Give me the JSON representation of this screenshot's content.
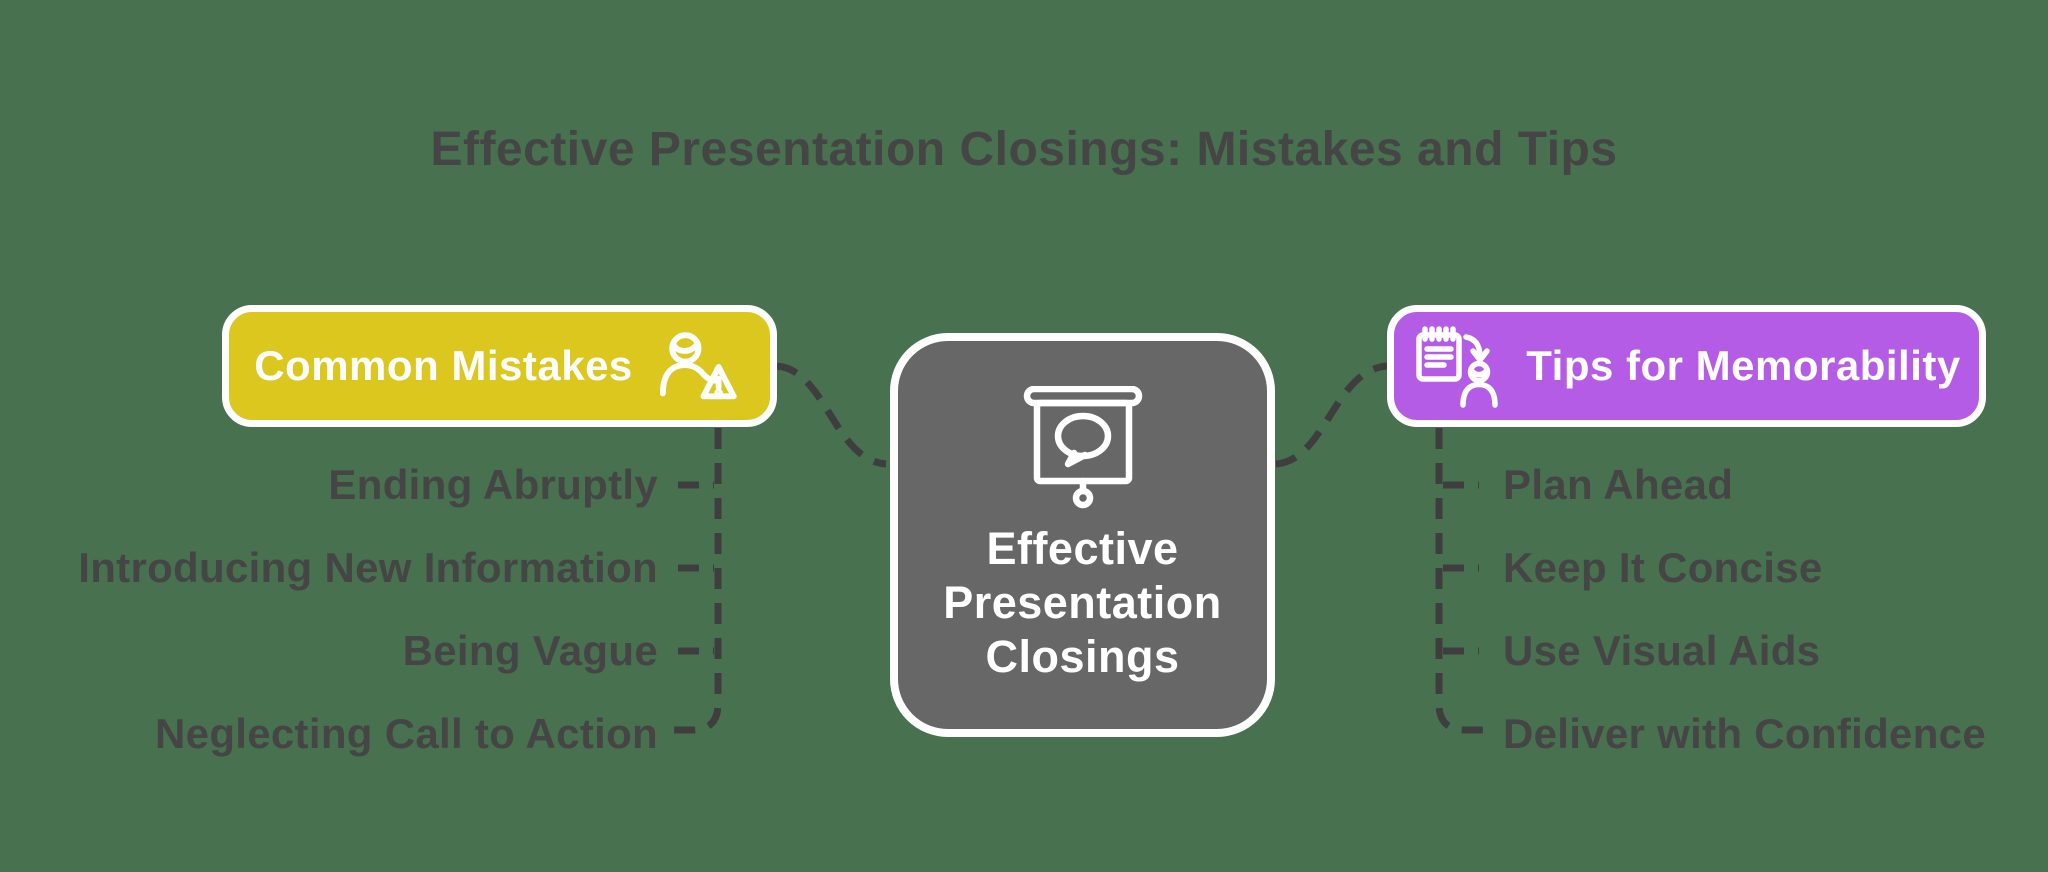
{
  "title": {
    "text": "Effective Presentation Closings: Mistakes and Tips"
  },
  "center": {
    "lines": {
      "0": "Effective",
      "1": "Presentation",
      "2": "Closings"
    },
    "icon": "presentation-screen-icon"
  },
  "left_branch": {
    "label": "Common Mistakes",
    "icon": "person-warning-icon",
    "items": {
      "0": "Ending Abruptly",
      "1": "Introducing New Information",
      "2": "Being Vague",
      "3": "Neglecting Call to Action"
    }
  },
  "right_branch": {
    "label": "Tips for Memorability",
    "icon": "notepad-arrow-person-icon",
    "items": {
      "0": "Plan Ahead",
      "1": "Keep It Concise",
      "2": "Use Visual Aids",
      "3": "Deliver with Confidence"
    }
  },
  "colors": {
    "background": "#48714f",
    "mistakes_node": "#dbc71d",
    "tips_node": "#b55ce6",
    "center_node": "#676767",
    "node_border": "#ffffff",
    "text_dark": "#454545",
    "dashed_line": "#3e3e3e",
    "node_text": "#ffffff"
  }
}
